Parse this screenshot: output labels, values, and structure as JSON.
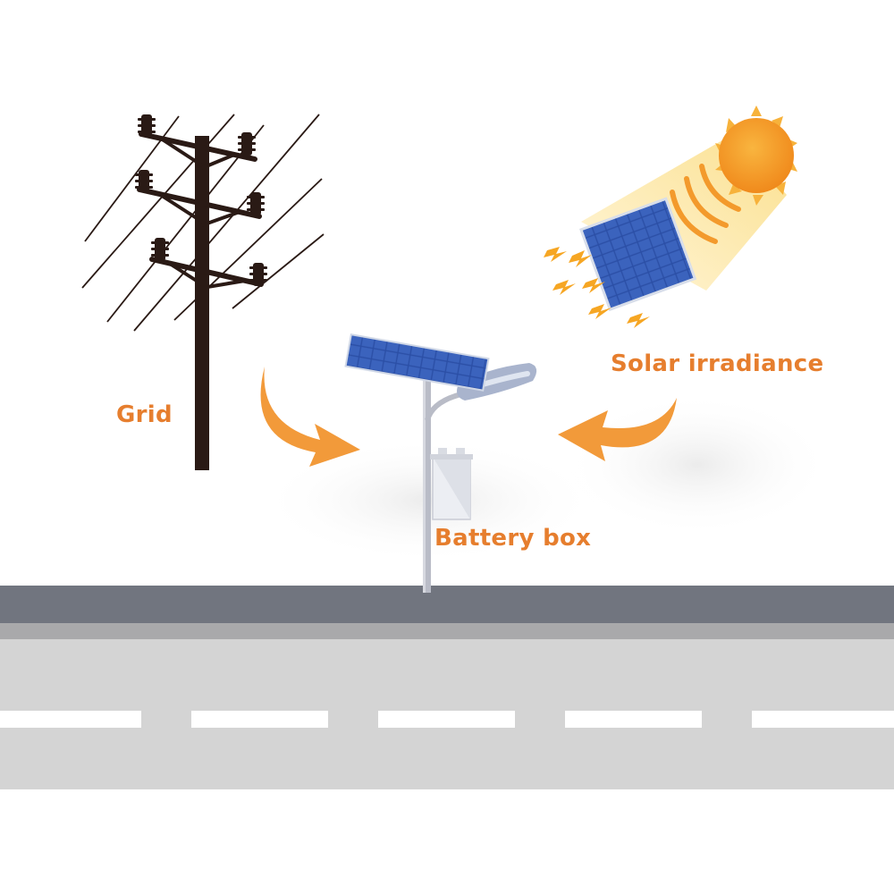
{
  "labels": {
    "grid": "Grid",
    "solar_irradiance": "Solar irradiance",
    "battery_box": "Battery box"
  },
  "colors": {
    "label_text": "#e67e2e",
    "arrow": "#f29a3a",
    "pole": "#2a1a15",
    "sun_core": "#f59a23",
    "sun_rays": "#f7b23b",
    "sun_beam": "#fbe6a6",
    "panel_cell": "#2c4c9e",
    "panel_frame": "#c9d3e6",
    "road_dark": "#71757f",
    "road_light": "#d4d4d4",
    "lane_mark": "#ffffff"
  },
  "icons": [
    "power-pole-icon",
    "sun-icon",
    "solar-panel-icon",
    "street-light-icon",
    "battery-box-icon",
    "lightning-bolt-icon"
  ]
}
